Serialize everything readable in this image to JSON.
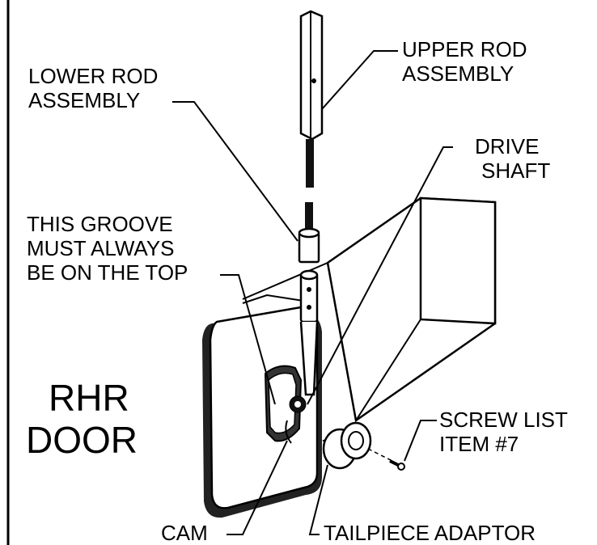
{
  "labels": {
    "upper_rod": [
      "UPPER ROD",
      "ASSEMBLY"
    ],
    "lower_rod": [
      "LOWER ROD",
      "ASSEMBLY"
    ],
    "drive_shaft": [
      "DRIVE",
      "SHAFT"
    ],
    "groove_note": [
      "THIS GROOVE",
      "MUST ALWAYS",
      "BE ON THE TOP"
    ],
    "door": [
      "RHR",
      "DOOR"
    ],
    "screw": [
      "SCREW LIST",
      "ITEM #7"
    ],
    "cam": "CAM",
    "tailpiece": "TAILPIECE ADAPTOR"
  }
}
